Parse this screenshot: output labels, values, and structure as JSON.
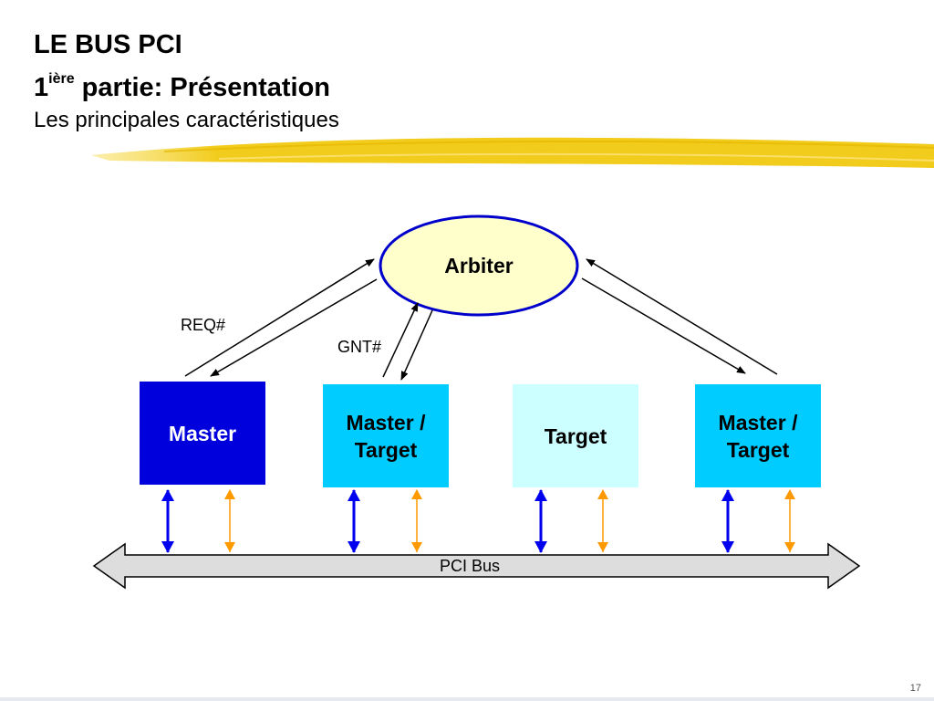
{
  "slide": {
    "title_line1": "LE BUS PCI",
    "title_line2_number": "1",
    "title_line2_sup": "ière",
    "title_line2_rest": " partie: Présentation",
    "subtitle": "Les principales caractéristiques",
    "page_number": "17"
  },
  "diagram": {
    "arbiter": "Arbiter",
    "req_label": "REQ#",
    "gnt_label": "GNT#",
    "nodes": [
      {
        "line1": "Master",
        "line2": ""
      },
      {
        "line1": "Master /",
        "line2": "Target"
      },
      {
        "line1": "Target",
        "line2": ""
      },
      {
        "line1": "Master /",
        "line2": "Target"
      }
    ],
    "bus_label": "PCI Bus"
  },
  "colors": {
    "highlight_brush": "#f2cc1c",
    "arbiter_fill": "#ffffcc",
    "arbiter_border": "#0000cc",
    "master_fill": "#0000dd",
    "master_target_fill": "#00ccff",
    "target_fill": "#ccffff",
    "blue_arrow": "#0000ee",
    "orange_arrow": "#ff9900",
    "bus_fill": "#dddddd"
  }
}
